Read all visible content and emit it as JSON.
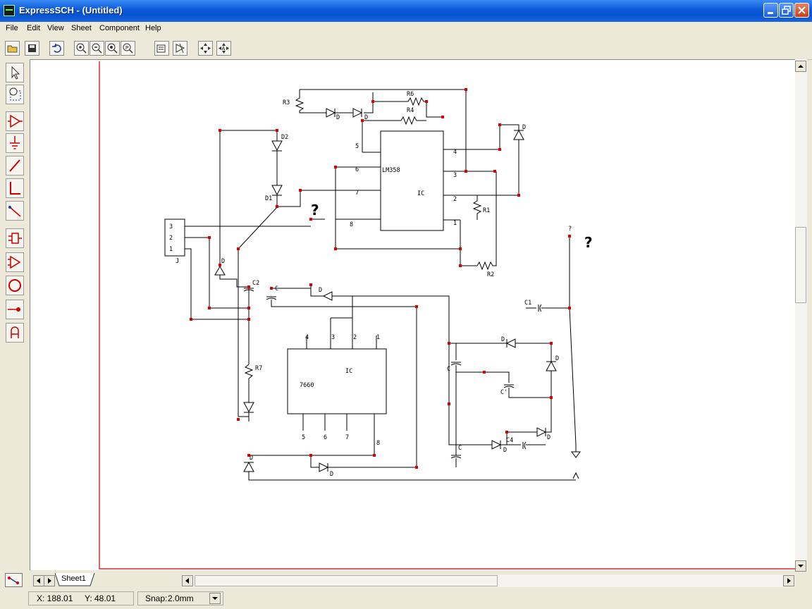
{
  "window": {
    "title": "ExpressSCH - (Untitled)"
  },
  "menu": {
    "items": [
      "File",
      "Edit",
      "View",
      "Sheet",
      "Component",
      "Help"
    ]
  },
  "toolbar": {
    "buttons": [
      "open-icon",
      "save-icon",
      "undo-icon",
      "zoom-in-icon",
      "zoom-out-icon",
      "zoom-area-icon",
      "zoom-page-icon",
      "properties-icon",
      "place-part-icon",
      "pan-icon",
      "pan-auto-icon"
    ]
  },
  "left_toolbar": {
    "tools": [
      "select-icon",
      "zoom-select-icon",
      "place-part-icon",
      "ground-icon",
      "wire-icon",
      "bus-icon",
      "bus-entry-icon",
      "connector-icon",
      "buffer-icon",
      "circle-icon",
      "junction-icon",
      "text-icon"
    ]
  },
  "schematic": {
    "ic1": {
      "name": "LM358",
      "type": "IC",
      "pins": [
        "1",
        "2",
        "3",
        "4",
        "5",
        "6",
        "7",
        "8"
      ]
    },
    "ic2": {
      "name": "7660",
      "type": "IC",
      "pins": [
        "1",
        "2",
        "3",
        "4",
        "5",
        "6",
        "7",
        "8"
      ]
    },
    "resistors": [
      "R1",
      "R2",
      "R3",
      "R4",
      "R6",
      "R7"
    ],
    "diodes": [
      "D1",
      "D2",
      "D"
    ],
    "capacitors": [
      "C2",
      "C",
      "C1",
      "C4",
      "C'"
    ],
    "connector": {
      "name": "J",
      "pins": [
        "3",
        "2",
        "1"
      ]
    },
    "unknown_marker": "?"
  },
  "sheet_tabs": {
    "active": "Sheet1"
  },
  "status": {
    "x": "X: 188.01",
    "y": "Y: 48.01",
    "snap_label": "Snap:",
    "snap_value": "2.0mm"
  },
  "colors": {
    "sheet_border": "#cc0000",
    "junction": "#dd0000",
    "wire": "#000000",
    "tool_icon": "#cc0000"
  }
}
